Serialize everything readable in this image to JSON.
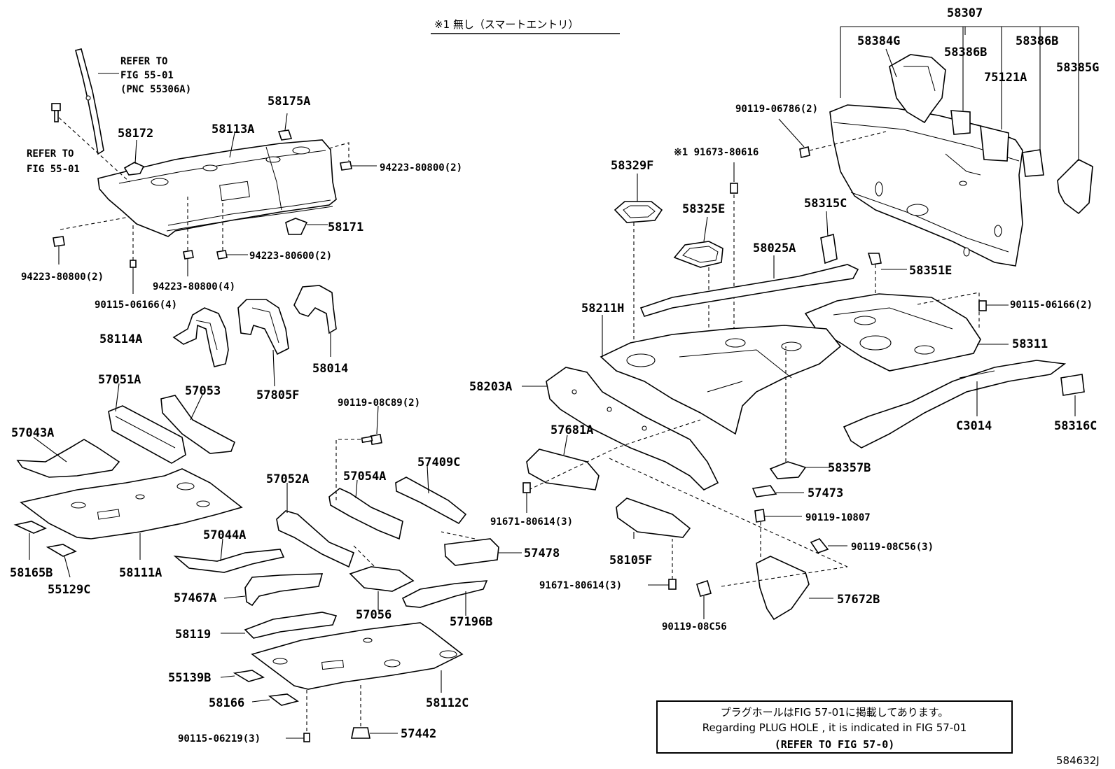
{
  "header_note": "※1 無し（スマートエントリ）",
  "refer_notes": {
    "top": [
      "REFER TO",
      "FIG 55-01",
      "(PNC 55306A)"
    ],
    "left": [
      "REFER TO",
      "FIG 55-01"
    ]
  },
  "labels": [
    {
      "id": "58307",
      "text": "58307"
    },
    {
      "id": "58384G",
      "text": "58384G"
    },
    {
      "id": "58386B_a",
      "text": "58386B"
    },
    {
      "id": "58386B_b",
      "text": "58386B"
    },
    {
      "id": "75121A",
      "text": "75121A"
    },
    {
      "id": "58385G",
      "text": "58385G"
    },
    {
      "id": "90119-06786",
      "text": "90119-06786(2)"
    },
    {
      "id": "91673-80616",
      "text": "※1 91673-80616"
    },
    {
      "id": "58329F",
      "text": "58329F"
    },
    {
      "id": "58325E",
      "text": "58325E"
    },
    {
      "id": "58315C",
      "text": "58315C"
    },
    {
      "id": "58025A",
      "text": "58025A"
    },
    {
      "id": "58351E",
      "text": "58351E"
    },
    {
      "id": "90115-06166-2",
      "text": "90115-06166(2)"
    },
    {
      "id": "58211H",
      "text": "58211H"
    },
    {
      "id": "58311",
      "text": "58311"
    },
    {
      "id": "58203A",
      "text": "58203A"
    },
    {
      "id": "C3014",
      "text": "C3014"
    },
    {
      "id": "58316C",
      "text": "58316C"
    },
    {
      "id": "57681A",
      "text": "57681A"
    },
    {
      "id": "58357B",
      "text": "58357B"
    },
    {
      "id": "57473",
      "text": "57473"
    },
    {
      "id": "91671-80614-a",
      "text": "91671-80614(3)"
    },
    {
      "id": "90119-10807",
      "text": "90119-10807"
    },
    {
      "id": "90119-08C56-3",
      "text": "90119-08C56(3)"
    },
    {
      "id": "58105F",
      "text": "58105F"
    },
    {
      "id": "91671-80614-b",
      "text": "91671-80614(3)"
    },
    {
      "id": "57672B",
      "text": "57672B"
    },
    {
      "id": "90119-08C56",
      "text": "90119-08C56"
    },
    {
      "id": "58175A",
      "text": "58175A"
    },
    {
      "id": "58172",
      "text": "58172"
    },
    {
      "id": "58113A",
      "text": "58113A"
    },
    {
      "id": "94223-80800-2a",
      "text": "94223-80800(2)"
    },
    {
      "id": "58171",
      "text": "58171"
    },
    {
      "id": "94223-80600",
      "text": "94223-80600(2)"
    },
    {
      "id": "94223-80800-2b",
      "text": "94223-80800(2)"
    },
    {
      "id": "94223-80800-4",
      "text": "94223-80800(4)"
    },
    {
      "id": "90115-06166-4",
      "text": "90115-06166(4)"
    },
    {
      "id": "58114A",
      "text": "58114A"
    },
    {
      "id": "57805F",
      "text": "57805F"
    },
    {
      "id": "58014",
      "text": "58014"
    },
    {
      "id": "57051A",
      "text": "57051A"
    },
    {
      "id": "57053",
      "text": "57053"
    },
    {
      "id": "57043A",
      "text": "57043A"
    },
    {
      "id": "90119-08C89",
      "text": "90119-08C89(2)"
    },
    {
      "id": "57409C",
      "text": "57409C"
    },
    {
      "id": "57052A",
      "text": "57052A"
    },
    {
      "id": "57054A",
      "text": "57054A"
    },
    {
      "id": "57044A",
      "text": "57044A"
    },
    {
      "id": "57478",
      "text": "57478"
    },
    {
      "id": "58165B",
      "text": "58165B"
    },
    {
      "id": "55129C",
      "text": "55129C"
    },
    {
      "id": "58111A",
      "text": "58111A"
    },
    {
      "id": "57467A",
      "text": "57467A"
    },
    {
      "id": "57056",
      "text": "57056"
    },
    {
      "id": "57196B",
      "text": "57196B"
    },
    {
      "id": "58119",
      "text": "58119"
    },
    {
      "id": "55139B",
      "text": "55139B"
    },
    {
      "id": "58166",
      "text": "58166"
    },
    {
      "id": "58112C",
      "text": "58112C"
    },
    {
      "id": "90115-06219",
      "text": "90115-06219(3)"
    },
    {
      "id": "57442",
      "text": "57442"
    }
  ],
  "note_box": {
    "line1": "プラグホールはFIG 57-01に掲載してあります。",
    "line2": "Regarding PLUG HOLE , it is indicated in FIG 57-01",
    "line3": "(REFER TO FIG 57-0)"
  },
  "figure_id": "584632J"
}
